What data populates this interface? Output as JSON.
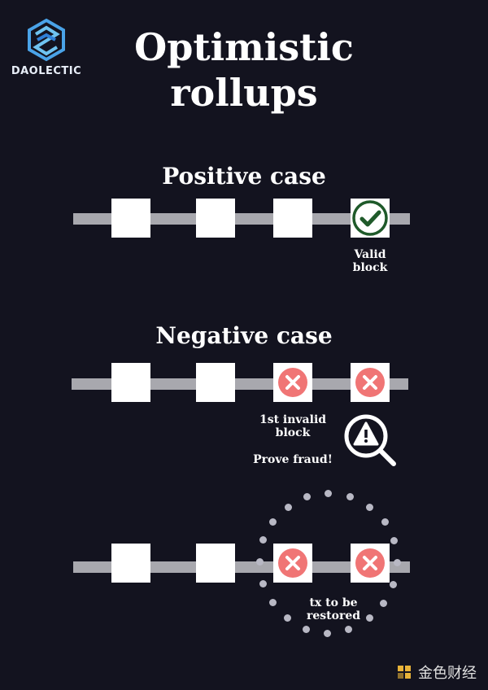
{
  "brand": {
    "name": "DAOLECTIC"
  },
  "title": {
    "line1": "Optimistic",
    "line2": "rollups"
  },
  "positive": {
    "heading": "Positive case",
    "valid_label_1": "Valid",
    "valid_label_2": "block"
  },
  "negative": {
    "heading": "Negative case",
    "invalid_label_1": "1st invalid",
    "invalid_label_2": "block",
    "prove_fraud": "Prove fraud!"
  },
  "restore": {
    "label_1": "tx to be",
    "label_2": "restored"
  },
  "watermark": {
    "text": "金色财经"
  },
  "colors": {
    "background": "#13131f",
    "track": "#a8a8ae",
    "valid_green": "#1f5a2a",
    "invalid_red": "#f07575",
    "dot": "#b8b8c4"
  },
  "icons": [
    "check-circle-icon",
    "x-circle-icon",
    "magnifier-warning-icon"
  ]
}
